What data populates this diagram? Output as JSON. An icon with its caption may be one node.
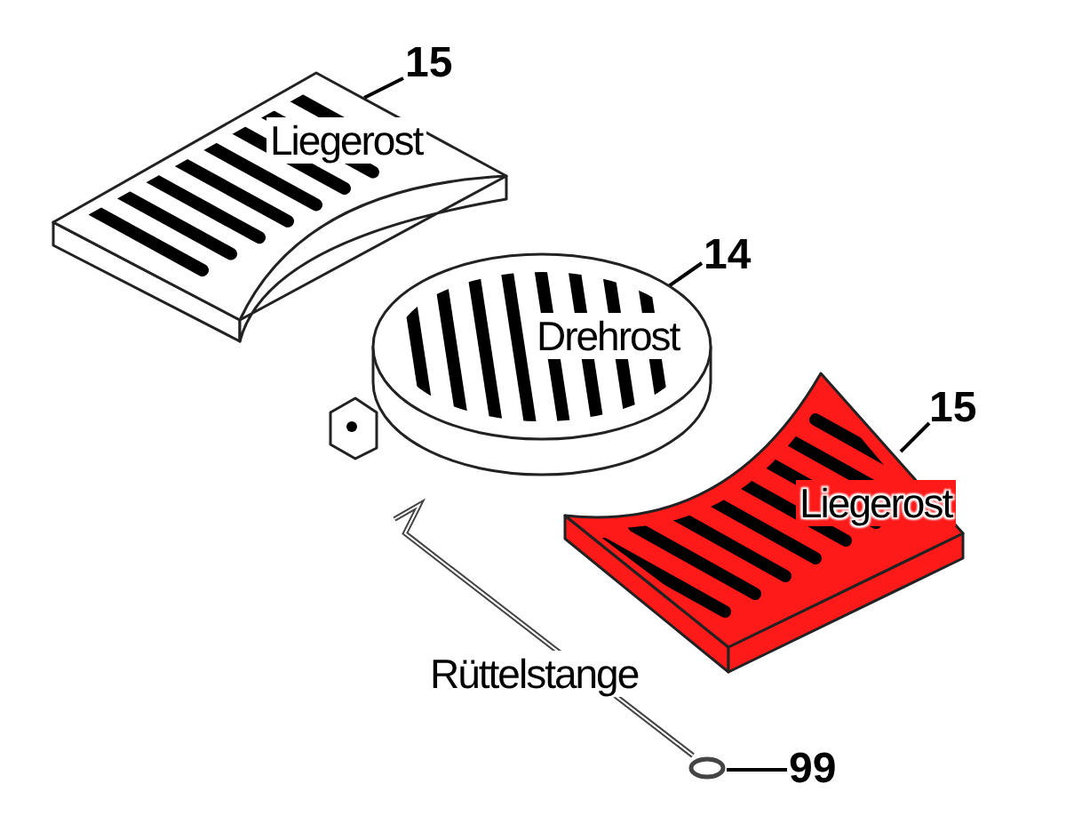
{
  "diagram": {
    "nodes": [
      {
        "text": [
          "15"
        ]
      },
      {
        "text": [
          "Liegerost"
        ]
      },
      {
        "text": [
          "14"
        ]
      },
      {
        "text": [
          "Drehrost"
        ]
      },
      {
        "text": [
          "15"
        ]
      },
      {
        "text": [
          "Liegerost"
        ]
      },
      {
        "text": [
          "99"
        ]
      },
      {
        "text": [
          "Rüttelstange"
        ]
      }
    ],
    "edges": [
      {
        "from": 0,
        "to": 1,
        "arrow": "none"
      },
      {
        "from": 2,
        "to": 3,
        "arrow": "none"
      },
      {
        "from": 4,
        "to": 5,
        "arrow": "none"
      },
      {
        "from": 6,
        "to": 7,
        "arrow": "none"
      }
    ]
  }
}
